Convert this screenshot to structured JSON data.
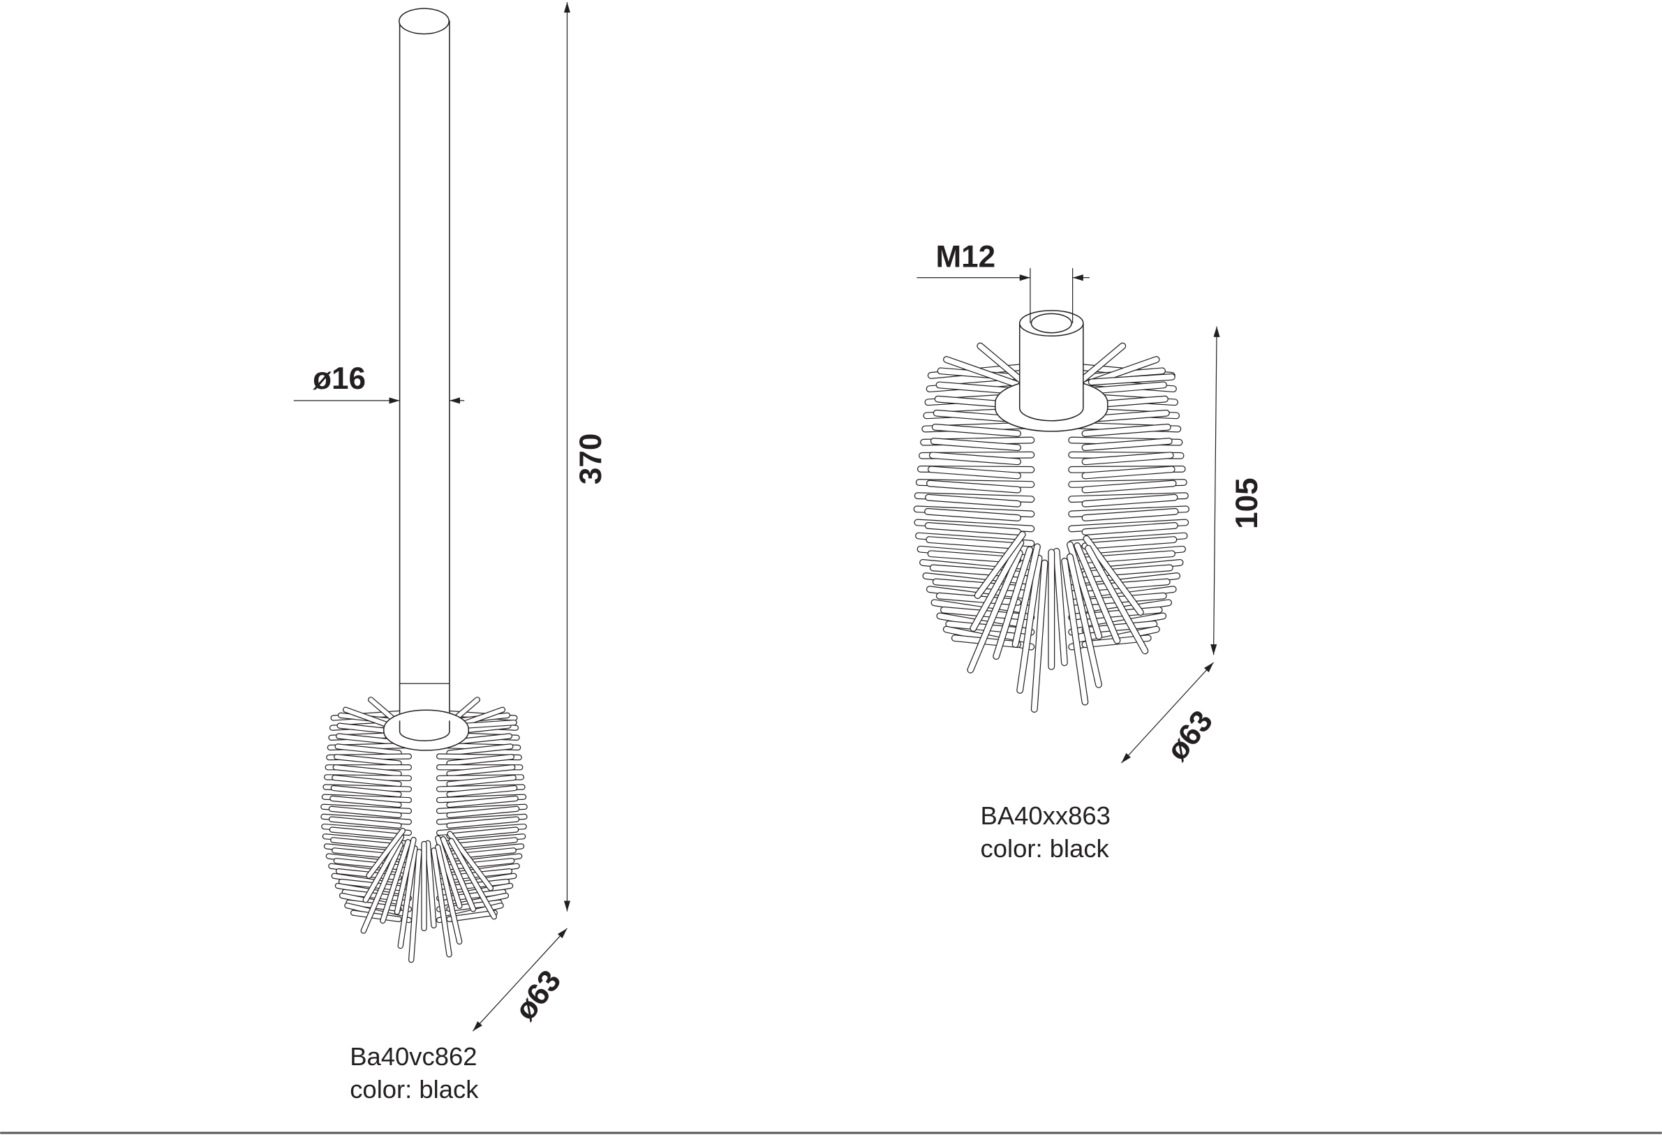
{
  "left_product": {
    "code": "Ba40vc862",
    "color_label": "color: black",
    "dims": {
      "length": "370",
      "handle_diameter": "ø16",
      "head_diameter": "ø63"
    }
  },
  "right_product": {
    "code": "BA40xx863",
    "color_label": "color: black",
    "dims": {
      "thread": "M12",
      "height": "105",
      "head_diameter": "ø63"
    }
  },
  "colors": {
    "ink": "#231f20",
    "rule": "#555555"
  }
}
